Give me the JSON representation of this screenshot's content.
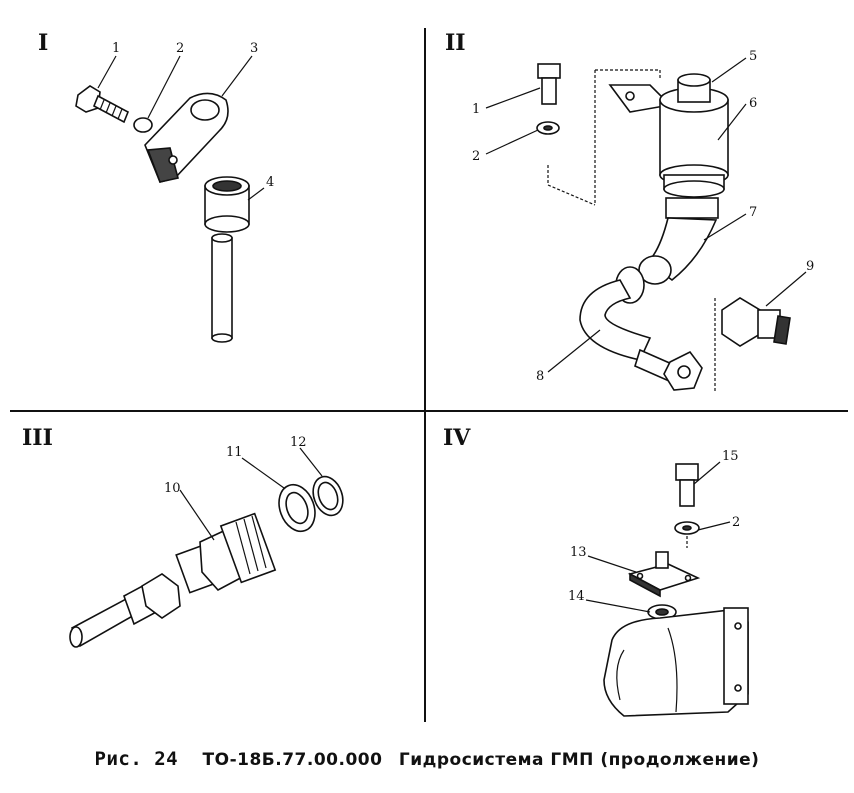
{
  "quadrants": {
    "q1": "I",
    "q2": "II",
    "q3": "III",
    "q4": "IV"
  },
  "callouts": {
    "q1": [
      "1",
      "2",
      "3",
      "4"
    ],
    "q2": [
      "1",
      "2",
      "5",
      "6",
      "7",
      "8",
      "9"
    ],
    "q3": [
      "10",
      "11",
      "12"
    ],
    "q4": [
      "15",
      "2",
      "13",
      "14"
    ]
  },
  "caption": {
    "figure": "Рис. 24",
    "code": "ТО-18Б.77.00.000",
    "title": "Гидросистема ГМП (продолжение)"
  }
}
